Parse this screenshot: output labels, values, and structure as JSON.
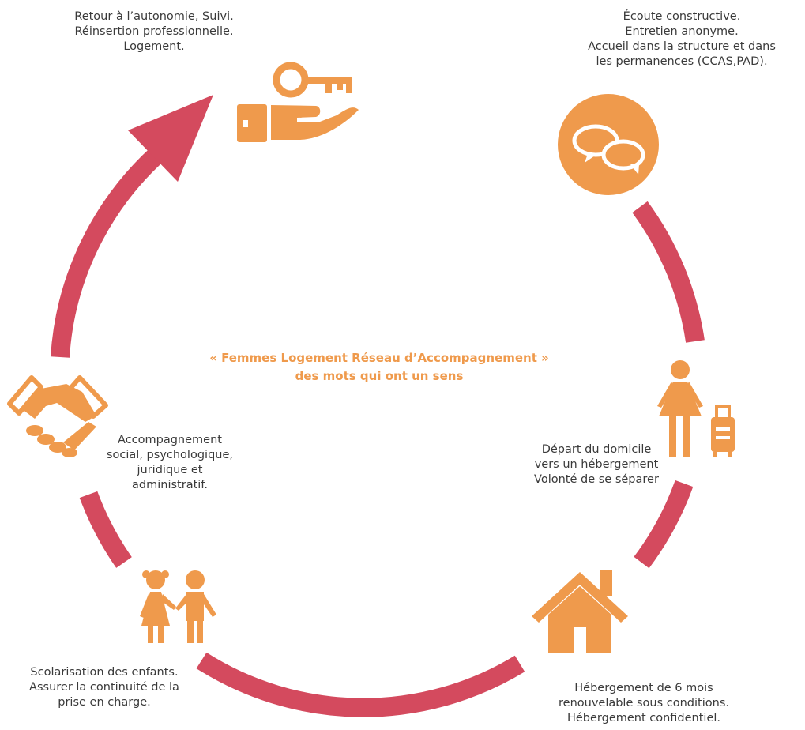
{
  "center": {
    "line1": "« Femmes Logement Réseau d’Accompagnement »",
    "line2": "des mots qui ont un sens"
  },
  "steps": [
    {
      "id": "autonomie",
      "icon": "key-hand-icon",
      "lines": [
        "Retour à l’autonomie, Suivi.",
        "Réinsertion professionnelle.",
        "Logement."
      ]
    },
    {
      "id": "ecoute",
      "icon": "speech-bubbles-icon",
      "lines": [
        "Écoute constructive.",
        "Entretien anonyme.",
        "Accueil dans la structure et dans",
        "les permanences (CCAS,PAD)."
      ]
    },
    {
      "id": "depart",
      "icon": "woman-suitcase-icon",
      "lines": [
        "Départ du domicile",
        "vers un hébergement",
        "Volonté de se séparer"
      ]
    },
    {
      "id": "hebergement",
      "icon": "house-icon",
      "lines": [
        "Hébergement de 6 mois",
        "renouvelable sous conditions.",
        "Hébergement confidentiel."
      ]
    },
    {
      "id": "scolarisation",
      "icon": "children-icon",
      "lines": [
        "Scolarisation des enfants.",
        "Assurer la continuité de la",
        "prise en charge."
      ]
    },
    {
      "id": "accompagnement",
      "icon": "handshake-icon",
      "lines": [
        "Accompagnement",
        "social, psychologique,",
        "juridique et",
        "administratif."
      ]
    }
  ],
  "colors": {
    "ring": "#d44a5e",
    "icon": "#ef9a4c",
    "text": "#3a3a3a",
    "title": "#ef9a4c"
  }
}
